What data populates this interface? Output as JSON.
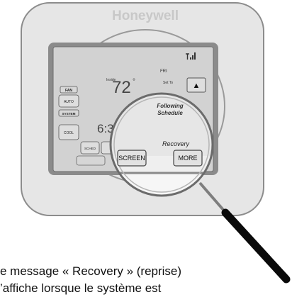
{
  "brand": "Honeywell",
  "screen": {
    "day": "FRI",
    "inside_label": "Inside",
    "inside_temp": "72",
    "degree": "°",
    "set_to_label": "Set To",
    "time": "6:3",
    "fan_label": "FAN",
    "fan_mode": "AUTO",
    "system_label": "SYSTEM",
    "system_mode": "COOL",
    "sched_button": "SCHED",
    "up_arrow": "▲"
  },
  "magnifier": {
    "following_schedule": [
      "Following",
      "Schedule"
    ],
    "recovery": "Recovery",
    "screen_button": "SCREEN",
    "more_button": "MORE"
  },
  "caption": {
    "line1": "e message « Recovery » (reprise)",
    "line2": "’affiche lorsque le système est"
  },
  "icons": {
    "signal": "wifi-signal-icon",
    "up": "up-arrow-icon"
  },
  "colors": {
    "housing": "#e4e4e4",
    "housing_edge": "#8a8a8a",
    "screen_bg": "#cfcfcf",
    "magnifier_lens": "#efefef",
    "handle": "#0a0a0a"
  }
}
